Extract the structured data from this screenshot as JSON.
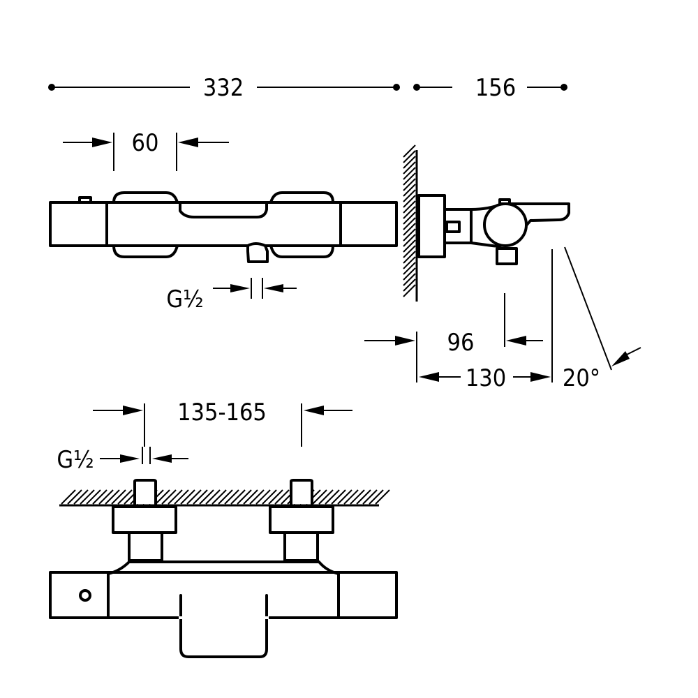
{
  "drawing": {
    "dimensions": {
      "overall_length": "332",
      "projection": "156",
      "handle_width": "60",
      "inlet_thread_top": "G½",
      "outlet_distance": "96",
      "spout_reach": "130",
      "spout_angle": "20°",
      "inlet_centres": "135-165",
      "inlet_thread_bottom": "G½"
    },
    "colors": {
      "line": "#000000",
      "background": "#ffffff"
    }
  }
}
